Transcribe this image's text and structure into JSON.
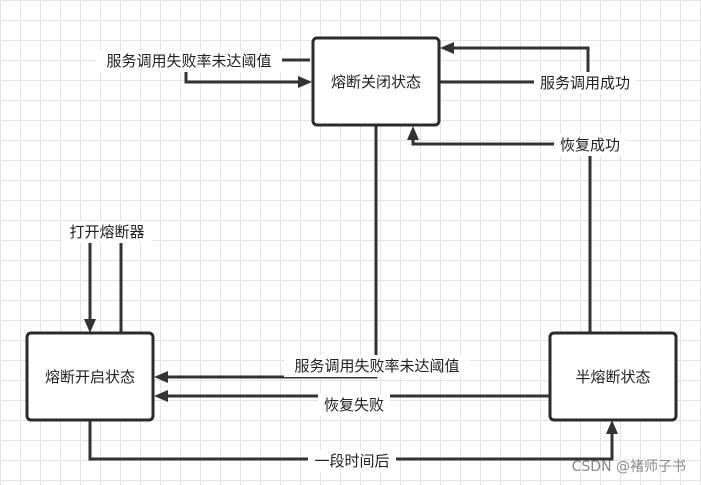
{
  "states": {
    "closed": "熔断关闭状态",
    "open": "熔断开启状态",
    "half_open": "半熔断状态"
  },
  "transitions": {
    "closed_incoming_below_threshold": "服务调用失败率未达阈值",
    "closed_self_success": "服务调用成功",
    "recover_success": "恢复成功",
    "open_breaker": "打开熔断器",
    "to_open_below_threshold": "服务调用失败率未达阈值",
    "recover_failed": "恢复失败",
    "after_period": "一段时间后"
  },
  "watermark": "CSDN @褚师子书",
  "colors": {
    "stroke": "#333333",
    "grid": "#e4e4e4"
  }
}
